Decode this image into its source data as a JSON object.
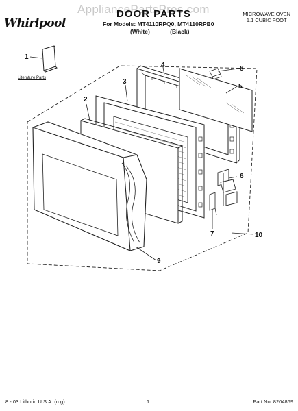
{
  "header": {
    "watermark": "AppliancePartsPros.com",
    "brand": "Whirlpool",
    "title": "DOOR PARTS",
    "models_line": "For Models: MT4110RPQ0, MT4110RPB0",
    "color_white": "(White)",
    "color_black": "(Black)",
    "product_line1": "MICROWAVE OVEN",
    "product_line2": "1.1 CUBIC FOOT"
  },
  "diagram": {
    "literature_label": "Literature Parts",
    "callouts": [
      "1",
      "2",
      "3",
      "4",
      "5",
      "6",
      "7",
      "8",
      "9",
      "10"
    ]
  },
  "footer": {
    "left": "8 - 03 Litho in U.S.A. (rcg)",
    "center": "1",
    "right": "Part No. 8204869"
  }
}
